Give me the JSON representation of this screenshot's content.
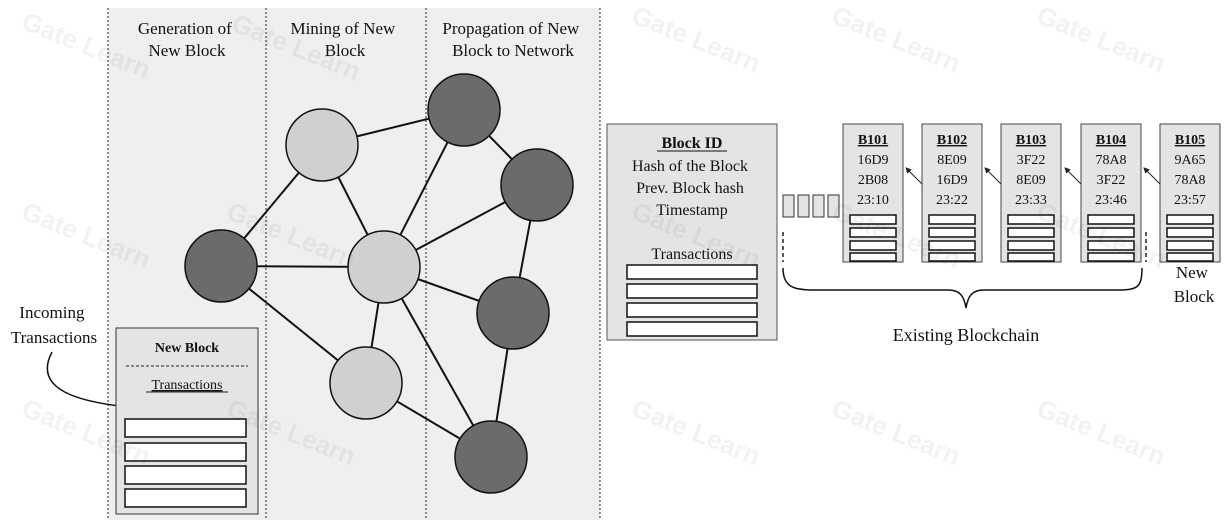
{
  "columns": {
    "generation": [
      "Generation of",
      "New Block"
    ],
    "mining": [
      "Mining of New",
      "Block"
    ],
    "propagation": [
      "Propagation of New",
      "Block to Network"
    ]
  },
  "incoming": [
    "Incoming",
    "Transactions"
  ],
  "new_block_card": {
    "title": "New Block",
    "tx_label": "Transactions"
  },
  "block_template": {
    "id_label": "Block ID",
    "lines": [
      "Hash of the Block",
      "Prev. Block hash",
      "Timestamp"
    ],
    "tx_label": "Transactions"
  },
  "chain": [
    {
      "id": "B101",
      "vals": [
        "16D9",
        "2B08",
        "23:10"
      ]
    },
    {
      "id": "B102",
      "vals": [
        "8E09",
        "16D9",
        "23:22"
      ]
    },
    {
      "id": "B103",
      "vals": [
        "3F22",
        "8E09",
        "23:33"
      ]
    },
    {
      "id": "B104",
      "vals": [
        "78A8",
        "3F22",
        "23:46"
      ]
    },
    {
      "id": "B105",
      "vals": [
        "9A65",
        "78A8",
        "23:57"
      ]
    }
  ],
  "new_block_label": [
    "New",
    "Block"
  ],
  "existing_label": "Existing Blockchain",
  "watermark": "Gate Learn",
  "colors": {
    "light_node": "#d0d0d0",
    "dark_node": "#6b6b6b",
    "panel": "#efefef",
    "block_bg": "#e4e4e4"
  }
}
